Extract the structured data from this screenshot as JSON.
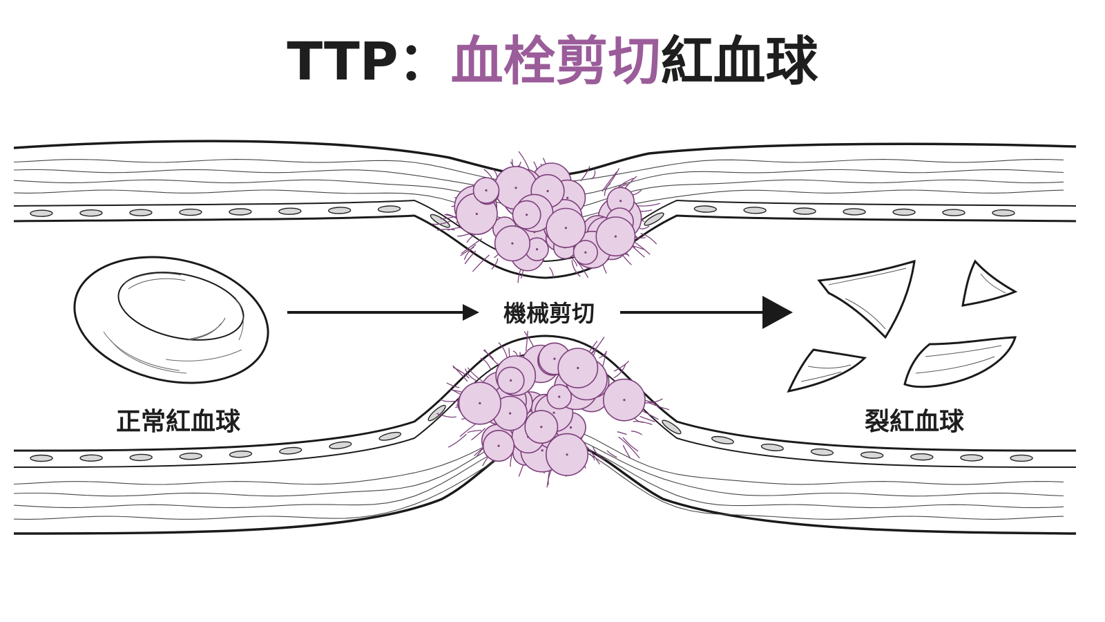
{
  "title": {
    "prefix": "TTP：",
    "highlight": "血栓剪切",
    "suffix": "紅血球"
  },
  "labels": {
    "normal_rbc": "正常紅血球",
    "mechanical_shear": "機械剪切",
    "schistocytes": "裂紅血球"
  },
  "colors": {
    "text": "#1e1e1e",
    "highlight": "#9b5c9a",
    "thrombus_fill": "#e7cfe6",
    "thrombus_stroke": "#7b3f7a",
    "line": "#1a1a1a"
  }
}
